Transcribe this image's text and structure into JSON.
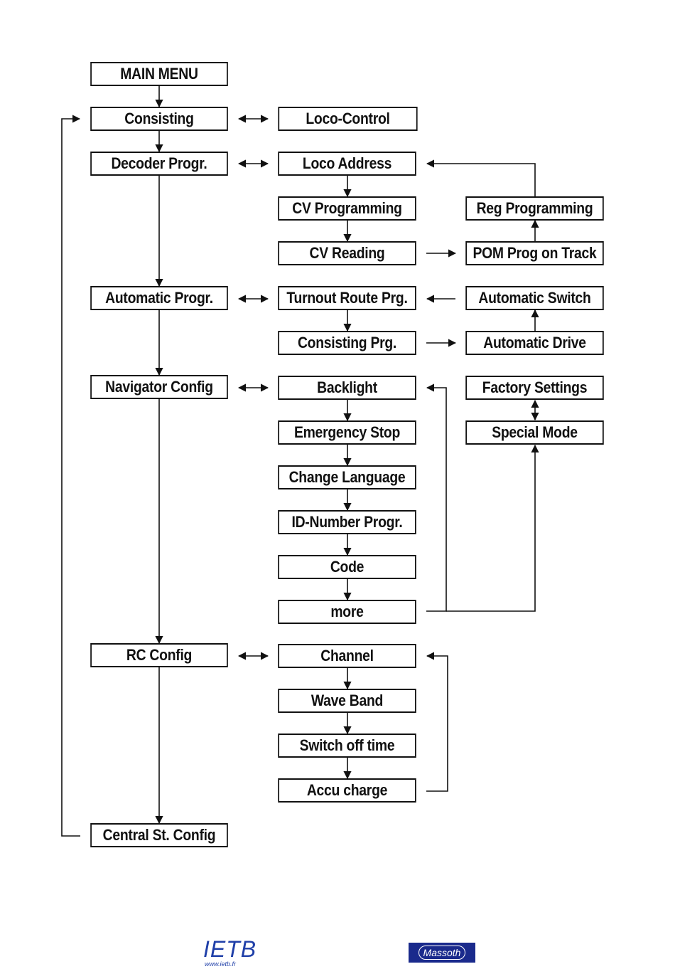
{
  "diagram": {
    "nodes": {
      "main_menu": "MAIN MENU",
      "consisting": "Consisting",
      "loco_control": "Loco-Control",
      "decoder_progr": "Decoder Progr.",
      "loco_address": "Loco Address",
      "cv_programming": "CV Programming",
      "cv_reading": "CV Reading",
      "reg_programming": "Reg Programming",
      "pom_prog": "POM Prog on Track",
      "automatic_progr": "Automatic Progr.",
      "turnout_route": "Turnout Route Prg.",
      "automatic_switch": "Automatic Switch",
      "consisting_prg": "Consisting Prg.",
      "automatic_drive": "Automatic Drive",
      "navigator_config": "Navigator Config",
      "backlight": "Backlight",
      "factory_settings": "Factory Settings",
      "emergency_stop": "Emergency Stop",
      "special_mode": "Special Mode",
      "change_language": "Change Language",
      "id_number": "ID-Number Progr.",
      "code": "Code",
      "more": "more",
      "rc_config": "RC Config",
      "channel": "Channel",
      "wave_band": "Wave Band",
      "switch_off_time": "Switch off time",
      "accu_charge": "Accu charge",
      "central_config": "Central St. Config"
    }
  },
  "footer": {
    "ietb_logo_text": "IETB",
    "ietb_url": "www.ietb.fr",
    "massoth_logo_text": "Massoth"
  }
}
